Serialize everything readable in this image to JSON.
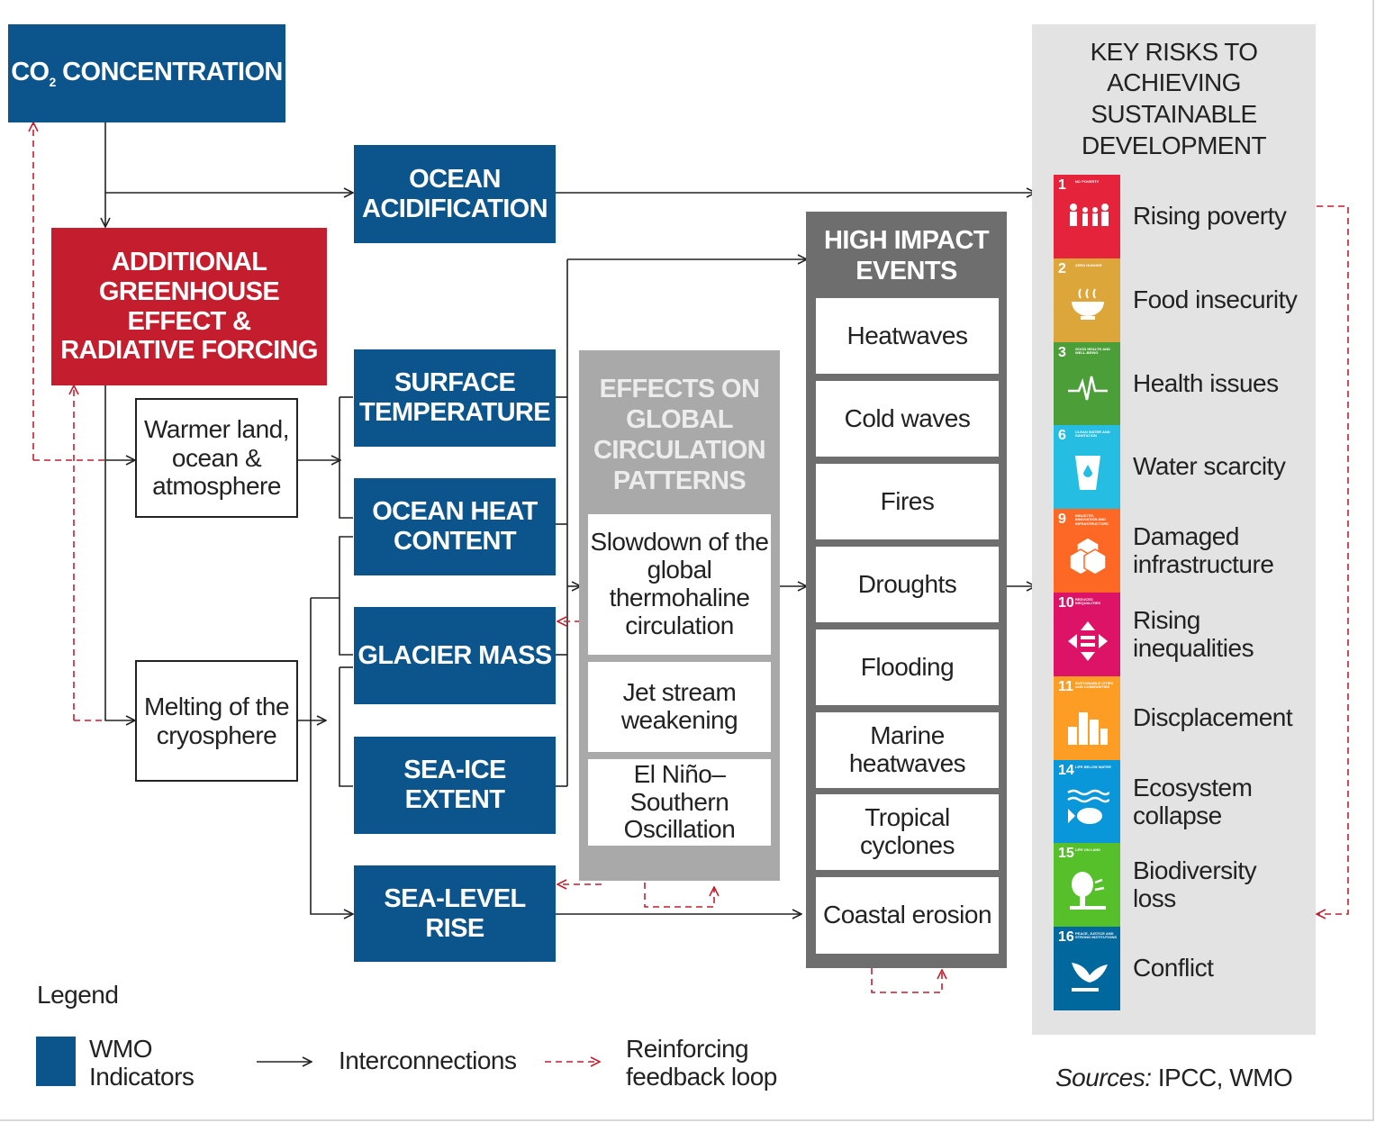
{
  "nodes": {
    "co2": {
      "main": "CO",
      "sub": "2",
      "rest": " CONCENTRATION"
    },
    "additional_greenhouse": "ADDITIONAL GREENHOUSE EFFECT & RADIATIVE FORCING",
    "warmer": "Warmer land, ocean & atmosphere",
    "melting": "Melting of the cryosphere",
    "ocean_acidification": "OCEAN ACIDIFICATION",
    "surface_temperature": "SURFACE TEMPERATURE",
    "ocean_heat_content": "OCEAN HEAT CONTENT",
    "glacier_mass": "GLACIER MASS",
    "sea_ice_extent": "SEA-ICE EXTENT",
    "sea_level_rise": "SEA-LEVEL RISE"
  },
  "circulation": {
    "title": "EFFECTS ON GLOBAL CIRCULATION PATTERNS",
    "items": [
      "Slowdown of the global thermohaline circulation",
      "Jet stream weakening",
      "El Niño–Southern Oscillation"
    ]
  },
  "events": {
    "title": "HIGH IMPACT EVENTS",
    "items": [
      "Heatwaves",
      "Cold waves",
      "Fires",
      "Droughts",
      "Flooding",
      "Marine heatwaves",
      "Tropical cyclones",
      "Coastal erosion"
    ]
  },
  "risks": {
    "title": "KEY RISKS TO ACHIEVING SUSTAINABLE DEVELOPMENT",
    "items": [
      {
        "label": "Rising poverty",
        "sdg_number": "1",
        "sdg_title": "No poverty",
        "color": "#e5243b",
        "icon": "family-icon"
      },
      {
        "label": "Food insecurity",
        "sdg_number": "2",
        "sdg_title": "Zero hunger",
        "color": "#dda63a",
        "icon": "bowl-icon"
      },
      {
        "label": "Health issues",
        "sdg_number": "3",
        "sdg_title": "Good health and well-being",
        "color": "#4c9f38",
        "icon": "heartbeat-icon"
      },
      {
        "label": "Water scarcity",
        "sdg_number": "6",
        "sdg_title": "Clean water and sanitation",
        "color": "#26bde2",
        "icon": "water-glass-icon"
      },
      {
        "label": "Damaged infrastructure",
        "sdg_number": "9",
        "sdg_title": "Industry, innovation and infrastructure",
        "color": "#fd6925",
        "icon": "cubes-icon"
      },
      {
        "label": "Rising inequalities",
        "sdg_number": "10",
        "sdg_title": "Reduced inequalities",
        "color": "#dd1367",
        "icon": "equality-icon"
      },
      {
        "label": "Discplacement",
        "sdg_number": "11",
        "sdg_title": "Sustainable cities and communities",
        "color": "#fd9d24",
        "icon": "city-icon"
      },
      {
        "label": "Ecosystem collapse",
        "sdg_number": "14",
        "sdg_title": "Life below water",
        "color": "#0a97d9",
        "icon": "fish-icon"
      },
      {
        "label": "Biodiversity loss",
        "sdg_number": "15",
        "sdg_title": "Life on land",
        "color": "#56c02b",
        "icon": "tree-icon"
      },
      {
        "label": "Conflict",
        "sdg_number": "16",
        "sdg_title": "Peace, justice and strong institutions",
        "color": "#00689d",
        "icon": "dove-icon"
      }
    ]
  },
  "legend": {
    "title": "Legend",
    "wmo": "WMO Indicators",
    "interconnections": "Interconnections",
    "feedback": "Reinforcing feedback loop"
  },
  "sources": {
    "label": "Sources:",
    "text": " IPCC, WMO"
  },
  "colors": {
    "wmo_blue": "#0c548c",
    "forcing_red": "#c41e2e",
    "feedback_red": "#c41e2e",
    "circulation_grey": "#a9a9a9",
    "events_grey": "#6e6e6e",
    "risk_panel": "#e3e3e3"
  }
}
